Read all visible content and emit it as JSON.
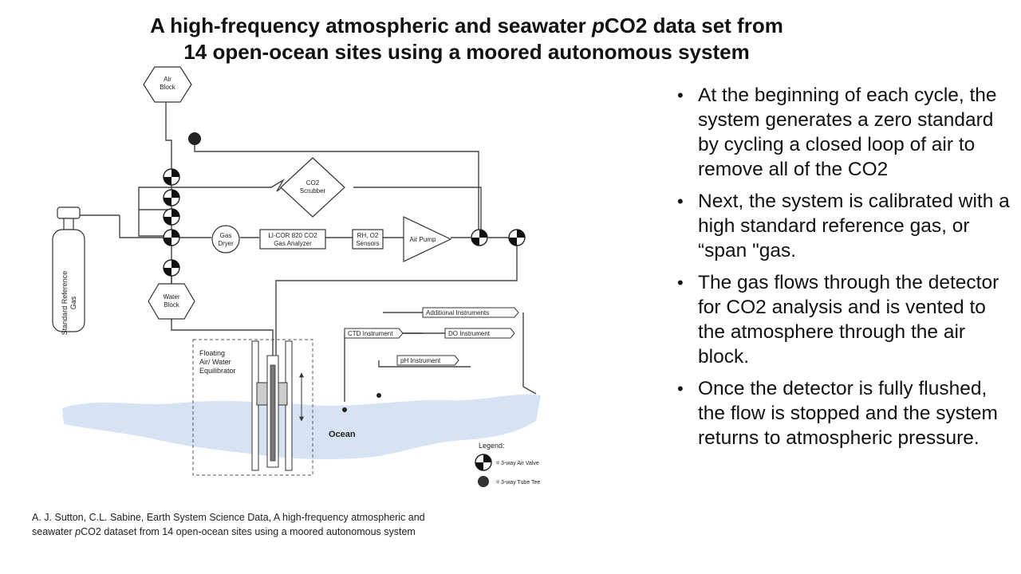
{
  "slide": {
    "title_pre": "A high-frequency atmospheric and seawater ",
    "title_italic": "p",
    "title_post": "CO2 data set from 14 open-ocean sites using a moored autonomous system"
  },
  "bullets": [
    "At the beginning of each cycle, the system generates a zero standard by cycling a closed loop of air  to remove all of the CO2",
    "Next, the system is calibrated with a high standard reference gas, or “span \"gas.",
    "The gas flows through the detector for CO2 analysis and is vented to the atmosphere through the air block.",
    "Once the detector is fully flushed, the flow is stopped and the system returns to atmospheric pressure."
  ],
  "citation": {
    "line1": "A. J. Sutton, C.L. Sabine, Earth System Science Data, A high-frequency atmospheric and",
    "line2_pre": "seawater ",
    "line2_italic": "p",
    "line2_post": "CO2 dataset from 14 open-ocean sites using a moored autonomous system"
  },
  "diagram": {
    "air_block_1": "Air",
    "air_block_2": "Block",
    "co2_scrubber_1": "CO2",
    "co2_scrubber_2": "Scrubber",
    "gas_dryer_1": "Gas",
    "gas_dryer_2": "Dryer",
    "licor_1": "LI-COR 820 CO2",
    "licor_2": "Gas Analyzer",
    "rh_1": "RH, O2",
    "rh_2": "Sensors",
    "air_pump": "Air Pump",
    "water_block_1": "Water",
    "water_block_2": "Block",
    "reference_gas_1": "Standard Reference",
    "reference_gas_2": "Gas",
    "equilibrator_1": "Floating",
    "equilibrator_2": "Air/ Water",
    "equilibrator_3": "Equilibrator",
    "additional_instruments": "Additional Instruments",
    "ctd_instrument": "CTD Instrument",
    "do_instrument": "DO Instrument",
    "ph_instrument": "pH Instrument",
    "ocean": "Ocean",
    "legend_title": "Legend:",
    "legend_valve": "= 3-way Air Valve",
    "legend_tee": "= 3-way Tube Tee",
    "colors": {
      "ocean": "#d6e3f3",
      "line": "#444444"
    }
  }
}
